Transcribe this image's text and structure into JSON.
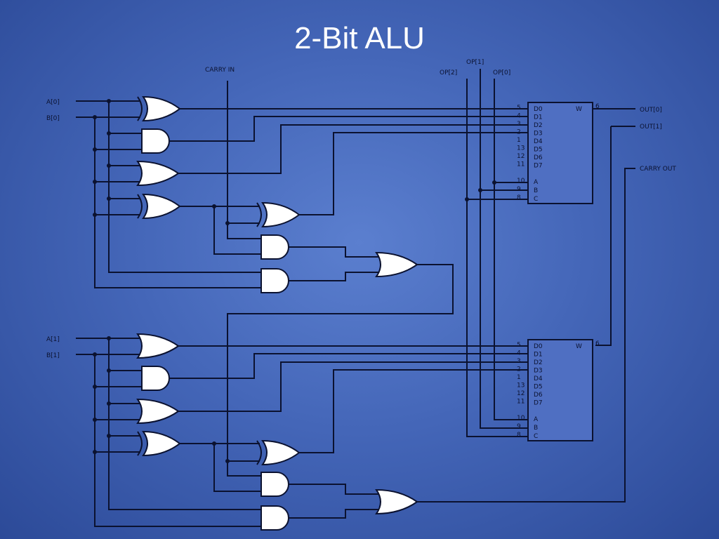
{
  "title": "2-Bit ALU",
  "labels": {
    "a0": "A[0]",
    "b0": "B[0]",
    "a1": "A[1]",
    "b1": "B[1]",
    "carry_in": "CARRY IN",
    "op2": "OP[2]",
    "op1": "OP[1]",
    "op0": "OP[0]",
    "out0": "OUT[0]",
    "out1": "OUT[1]",
    "carry_out": "CARRY OUT"
  },
  "mux": {
    "data_pins": [
      "D0",
      "D1",
      "D2",
      "D3",
      "D4",
      "D5",
      "D6",
      "D7"
    ],
    "data_pin_numbers": [
      "5",
      "4",
      "3",
      "2",
      "1",
      "13",
      "12",
      "11"
    ],
    "select_pins": [
      "A",
      "B",
      "C"
    ],
    "select_pin_numbers": [
      "10",
      "9",
      "8"
    ],
    "output_pin": "W",
    "output_pin_number": "6"
  }
}
